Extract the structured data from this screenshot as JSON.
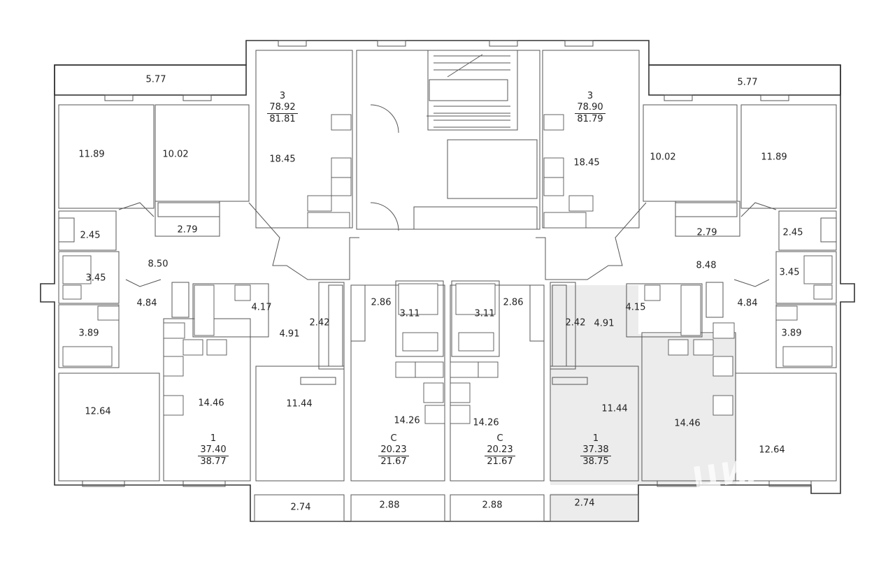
{
  "plan": {
    "watermark": "ЦИАН",
    "apartments": [
      {
        "id": "left-3",
        "rooms": "3",
        "living": "78.92",
        "total": "81.81"
      },
      {
        "id": "right-3",
        "rooms": "3",
        "living": "78.90",
        "total": "81.79"
      },
      {
        "id": "left-1",
        "rooms": "1",
        "living": "37.40",
        "total": "38.77"
      },
      {
        "id": "studio-a",
        "rooms": "С",
        "living": "20.23",
        "total": "21.67"
      },
      {
        "id": "studio-b",
        "rooms": "С",
        "living": "20.23",
        "total": "21.67"
      },
      {
        "id": "right-1",
        "rooms": "1",
        "living": "37.38",
        "total": "38.75",
        "highlighted": true
      }
    ],
    "areas": [
      "5.77",
      "11.89",
      "10.02",
      "18.45",
      "2.45",
      "2.79",
      "8.50",
      "3.45",
      "4.84",
      "3.89",
      "4.17",
      "4.91",
      "2.42",
      "12.64",
      "14.46",
      "11.44",
      "2.74",
      "2.86",
      "3.11",
      "14.26",
      "2.88",
      "5.77",
      "11.89",
      "10.02",
      "18.45",
      "2.45",
      "2.79",
      "8.48",
      "3.45",
      "4.84",
      "3.89",
      "4.15",
      "4.91",
      "2.42",
      "12.64",
      "14.46",
      "11.44",
      "2.74",
      "2.86",
      "3.11",
      "14.26",
      "2.88"
    ]
  }
}
